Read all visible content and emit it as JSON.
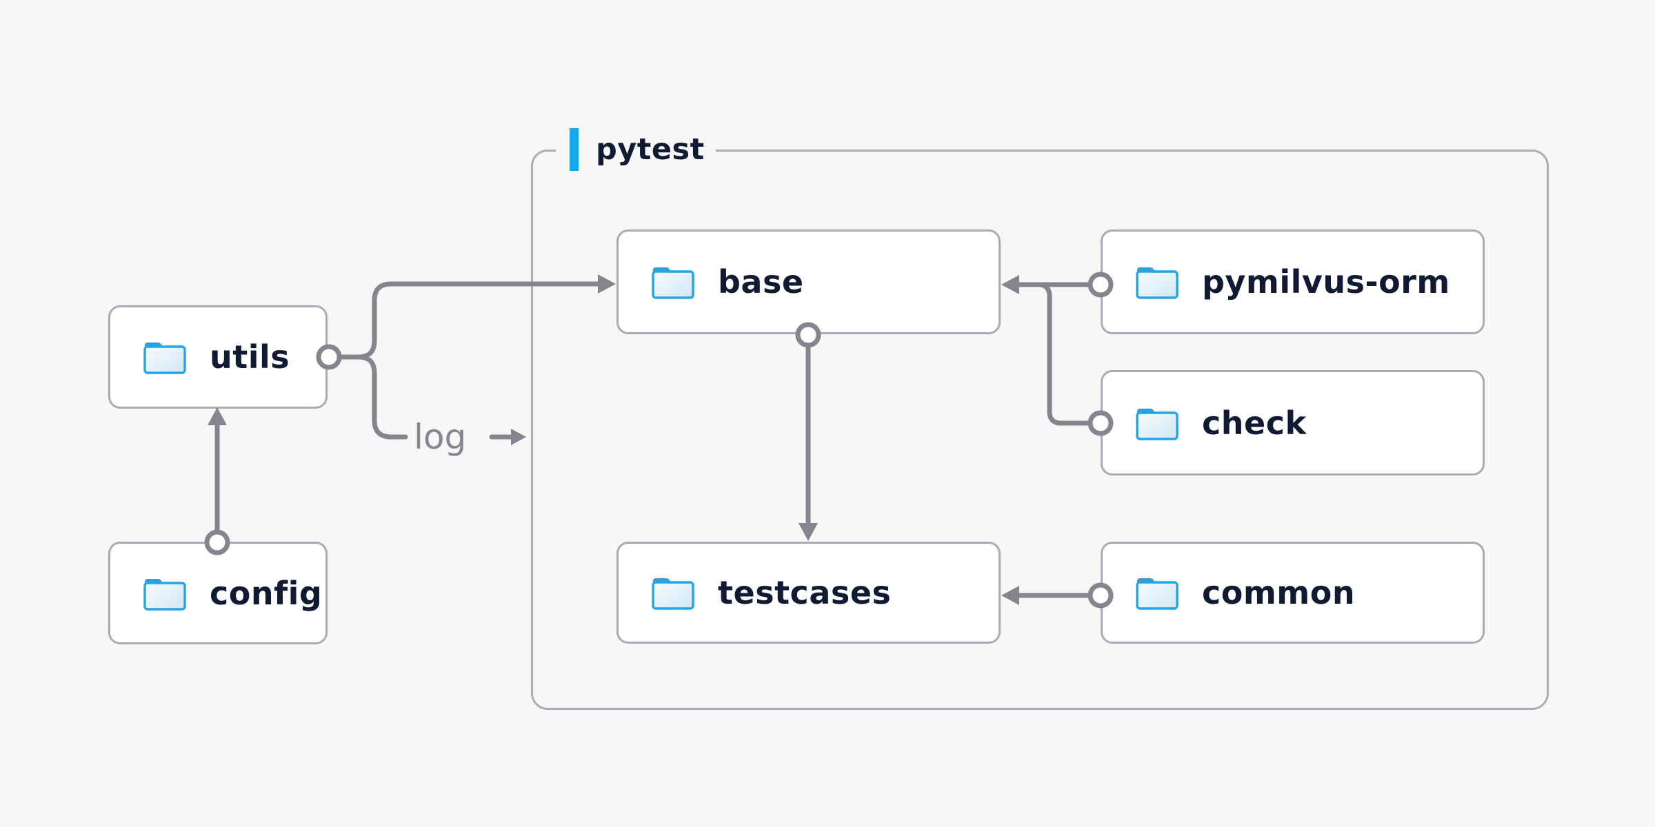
{
  "diagram": {
    "group": {
      "label": "pytest"
    },
    "nodes": {
      "utils": {
        "label": "utils"
      },
      "config": {
        "label": "config"
      },
      "base": {
        "label": "base"
      },
      "pymilvus": {
        "label": "pymilvus-orm"
      },
      "check": {
        "label": "check"
      },
      "testcases": {
        "label": "testcases"
      },
      "common": {
        "label": "common"
      }
    },
    "edge_labels": {
      "log": "log"
    },
    "edges": [
      {
        "from": "config",
        "to": "utils"
      },
      {
        "from": "utils",
        "to": "base"
      },
      {
        "from": "utils",
        "to": "pytest",
        "label": "log"
      },
      {
        "from": "pymilvus-orm",
        "to": "base"
      },
      {
        "from": "check",
        "to": "base"
      },
      {
        "from": "base",
        "to": "testcases"
      },
      {
        "from": "common",
        "to": "testcases"
      }
    ],
    "colors": {
      "background": "#f7f7f8",
      "node_background": "#ffffff",
      "node_border": "#a9aab4",
      "group_border": "#abacb6",
      "connector_gray": "#84858f",
      "text_navy": "#101b33",
      "edge_label_gray": "#85868f",
      "accent_blue": "#14a8ec",
      "folder_stroke_blue": "#27a4e4",
      "folder_tab_blue": "#2d9fdc",
      "folder_fill_light": "#d3eaf8"
    },
    "icons": {
      "node_icon": "folder-icon"
    }
  }
}
